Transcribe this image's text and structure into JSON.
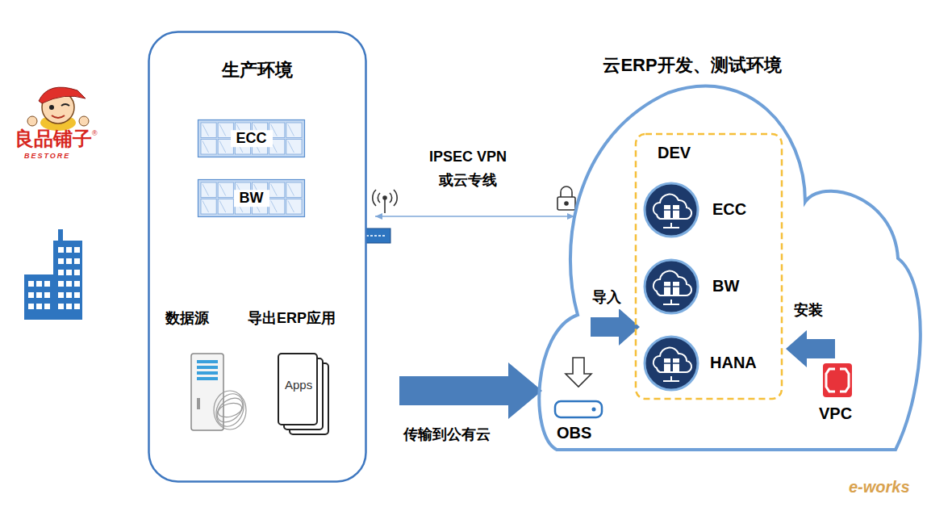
{
  "diagram": {
    "nodes": [
      {
        "text": [
          "生产环境"
        ]
      },
      {
        "text": [
          "ECC"
        ],
        "in": 0
      },
      {
        "text": [
          "BW"
        ],
        "in": 0
      },
      {
        "text": [
          "数据源"
        ],
        "in": 0
      },
      {
        "text": [
          "导出ERP应用",
          "Apps"
        ],
        "in": 0
      },
      {
        "text": [
          "云ERP开发、测试环境"
        ]
      },
      {
        "text": [
          "DEV"
        ],
        "in": 5
      },
      {
        "text": [
          "ECC"
        ],
        "in": 6
      },
      {
        "text": [
          "BW"
        ],
        "in": 6
      },
      {
        "text": [
          "HANA"
        ],
        "in": 6
      },
      {
        "text": [
          "OBS"
        ],
        "in": 5
      },
      {
        "text": [
          "VPC"
        ],
        "in": 5
      }
    ],
    "edges": [
      {
        "from": 3,
        "to": 4,
        "arrow": "to"
      },
      {
        "from": 0,
        "to": 5,
        "label": "IPSEC VPN 或云专线",
        "arrow": "both"
      },
      {
        "from": 0,
        "to": 10,
        "label": "传输到公有云",
        "arrow": "to"
      },
      {
        "from": 10,
        "to": 6,
        "label": "导入",
        "arrow": "to"
      },
      {
        "from": 11,
        "to": 6,
        "label": "安装",
        "arrow": "to"
      }
    ],
    "labels": [
      "良品铺子",
      "®",
      "BESTORE",
      "e-works"
    ]
  }
}
